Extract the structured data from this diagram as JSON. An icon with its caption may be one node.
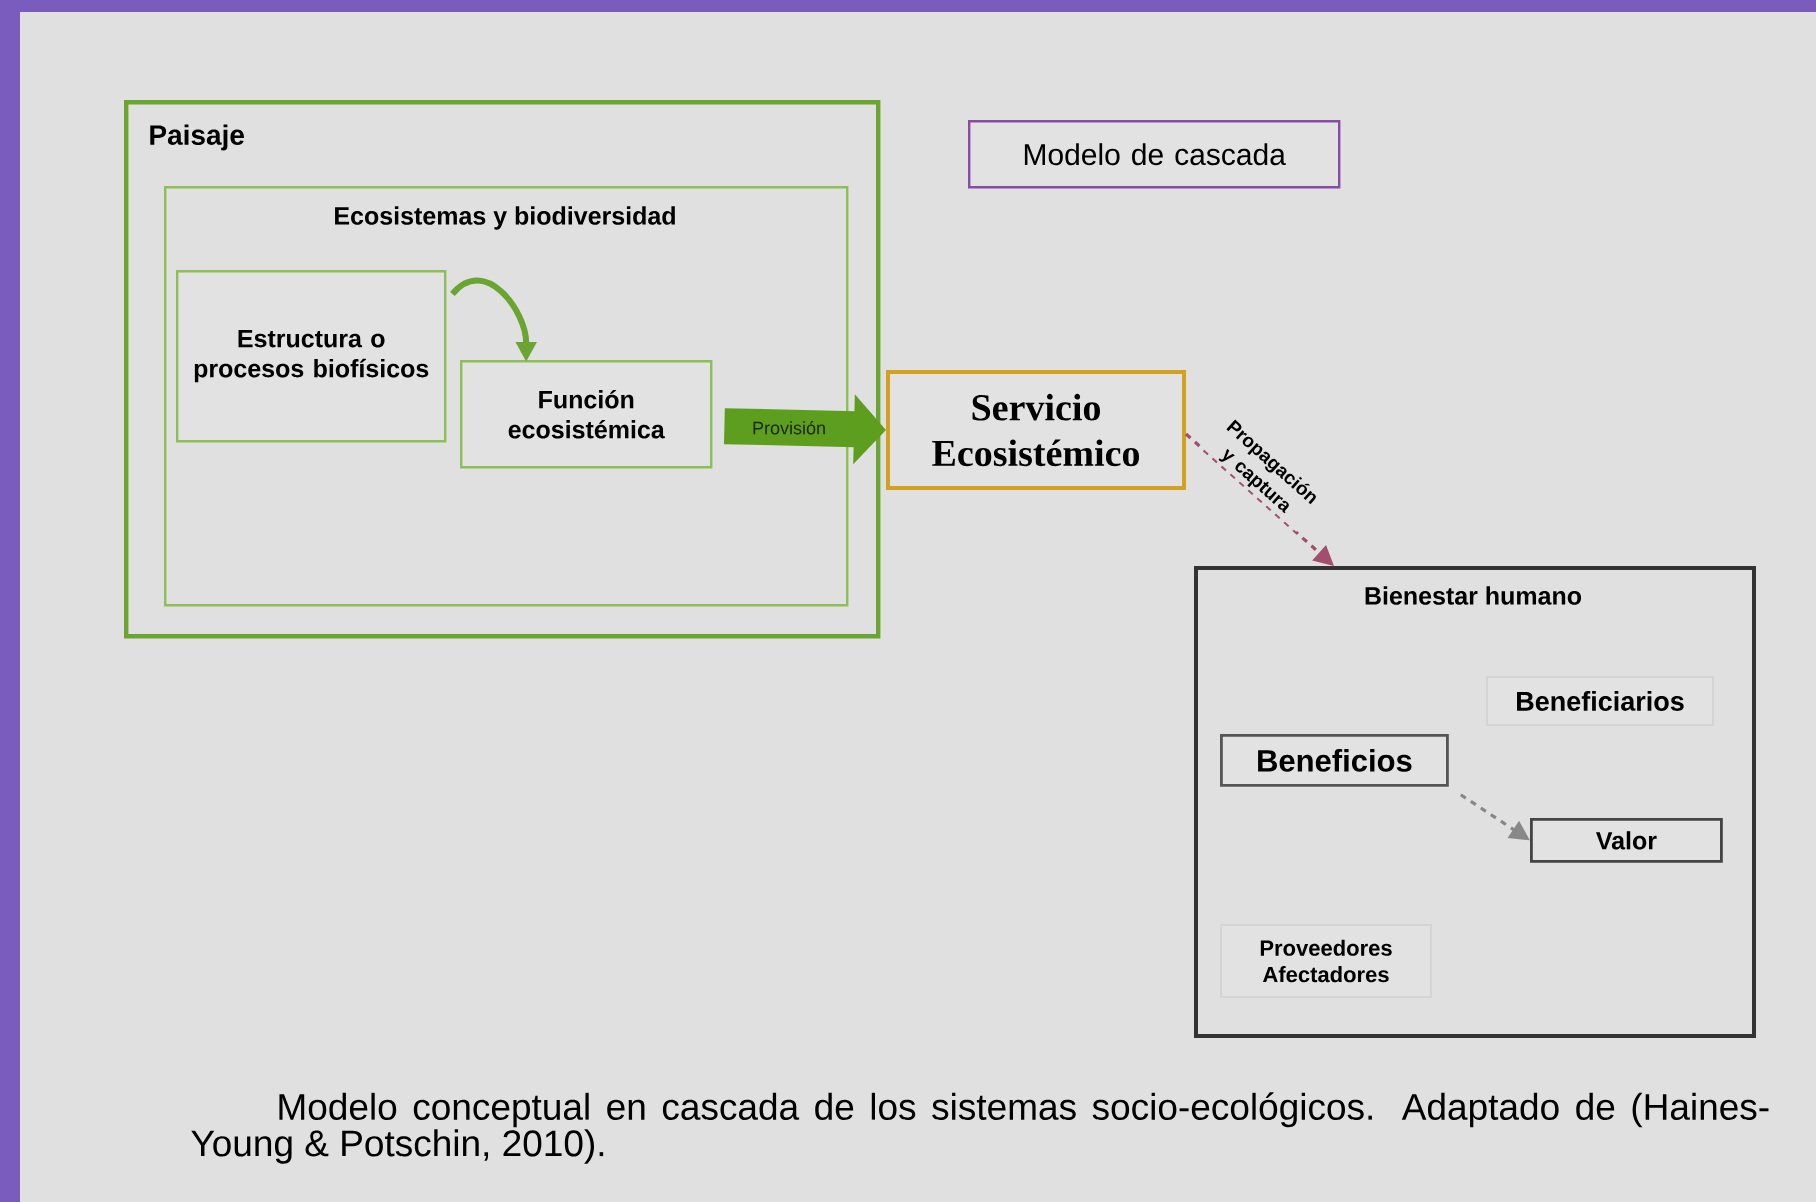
{
  "diagram": {
    "caption": "Modelo conceptual en cascada de los sistemas socio-ecológicos. Adaptado de (Haines-Young & Potschin, 2010).",
    "nodes": [
      {
        "text": [
          "Paisaje"
        ]
      },
      {
        "text": [
          "Ecosistemas y biodiversidad"
        ],
        "in": 0
      },
      {
        "text": [
          "Estructura o procesos biofísicos"
        ],
        "in": 1
      },
      {
        "text": [
          "Función ecosistémica"
        ],
        "in": 1
      },
      {
        "text": [
          "Servicio Ecosistémico"
        ]
      },
      {
        "text": [
          "Modelo de cascada"
        ]
      },
      {
        "text": [
          "Bienestar humano"
        ]
      },
      {
        "text": [
          "Beneficiarios"
        ],
        "in": 6
      },
      {
        "text": [
          "Beneficios"
        ],
        "in": 6
      },
      {
        "text": [
          "Valor"
        ],
        "in": 6
      },
      {
        "text": [
          "Proveedores Afectadores"
        ],
        "in": 6
      }
    ],
    "edges": [
      {
        "from": 2,
        "to": 3,
        "arrow": "to",
        "color": "#6aa531"
      },
      {
        "from": 3,
        "to": 4,
        "arrow": "to",
        "label": "Provisión",
        "style": "thick",
        "color": "#5e9e1e"
      },
      {
        "from": 4,
        "to": 6,
        "arrow": "to",
        "label": "Propagación y captura",
        "style": "dashed",
        "color": "#a0506e"
      },
      {
        "from": 8,
        "to": 9,
        "arrow": "to",
        "style": "dashed",
        "color": "#888888"
      }
    ]
  }
}
